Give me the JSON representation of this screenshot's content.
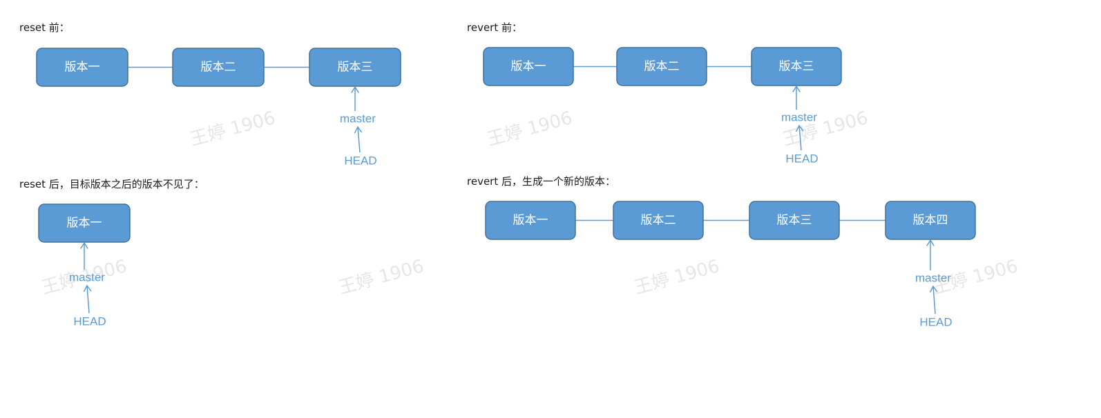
{
  "watermark": {
    "text": "王婷 1906"
  },
  "panels": {
    "reset_before": {
      "heading": "reset 前：",
      "nodes": [
        {
          "label": "版本一"
        },
        {
          "label": "版本二"
        },
        {
          "label": "版本三"
        }
      ],
      "branch": "master",
      "head": "HEAD"
    },
    "revert_before": {
      "heading": "revert 前：",
      "nodes": [
        {
          "label": "版本一"
        },
        {
          "label": "版本二"
        },
        {
          "label": "版本三"
        }
      ],
      "branch": "master",
      "head": "HEAD"
    },
    "reset_after": {
      "heading": "reset 后，目标版本之后的版本不见了：",
      "nodes": [
        {
          "label": "版本一"
        }
      ],
      "branch": "master",
      "head": "HEAD"
    },
    "revert_after": {
      "heading": "revert 后，生成一个新的版本：",
      "nodes": [
        {
          "label": "版本一"
        },
        {
          "label": "版本二"
        },
        {
          "label": "版本三"
        },
        {
          "label": "版本四"
        }
      ],
      "branch": "master",
      "head": "HEAD"
    }
  }
}
